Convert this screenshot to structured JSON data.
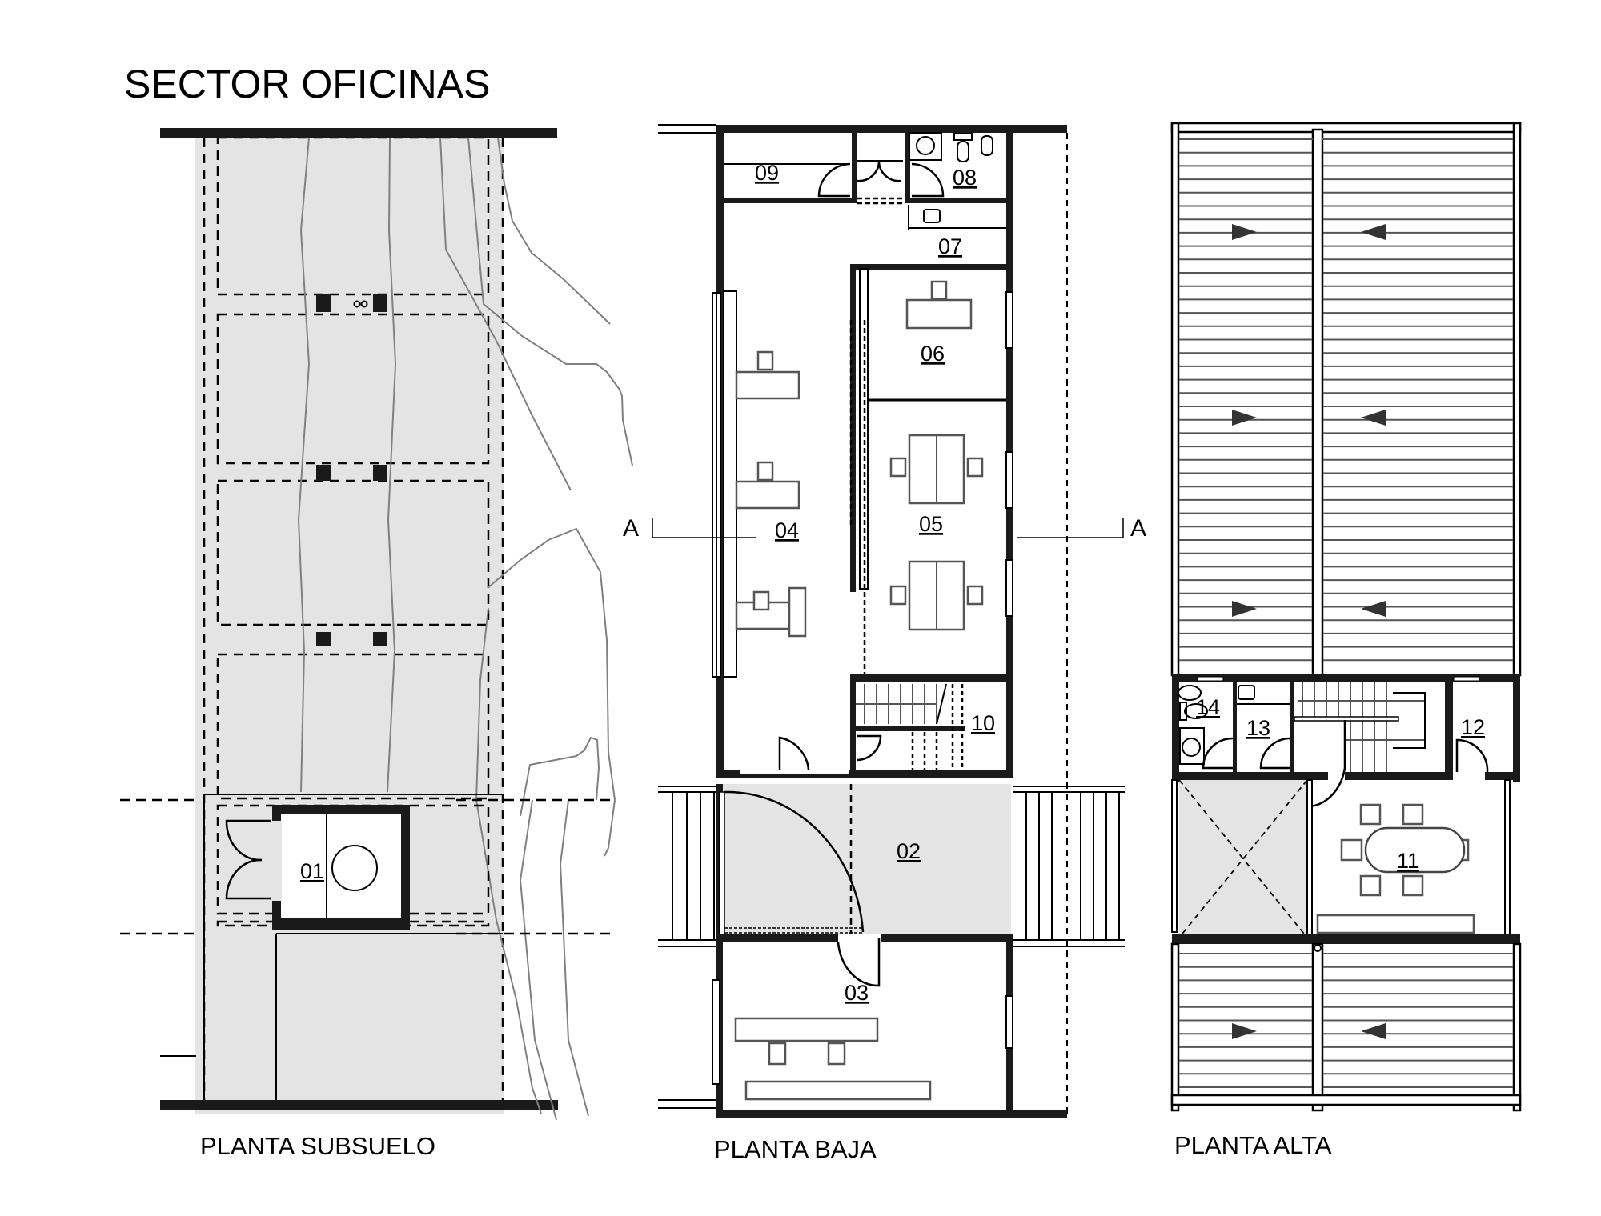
{
  "title": "SECTOR OFICINAS",
  "section_marker": {
    "left": "A",
    "right": "A"
  },
  "plans": {
    "subsuelo": {
      "label": "PLANTA SUBSUELO",
      "rooms": [
        {
          "id": "01"
        }
      ]
    },
    "baja": {
      "label": "PLANTA BAJA",
      "rooms": [
        {
          "id": "02"
        },
        {
          "id": "03"
        },
        {
          "id": "04"
        },
        {
          "id": "05"
        },
        {
          "id": "06"
        },
        {
          "id": "07"
        },
        {
          "id": "08"
        },
        {
          "id": "09"
        },
        {
          "id": "10"
        }
      ]
    },
    "alta": {
      "label": "PLANTA ALTA",
      "rooms": [
        {
          "id": "11"
        },
        {
          "id": "12"
        },
        {
          "id": "13"
        },
        {
          "id": "14"
        }
      ]
    }
  },
  "colors": {
    "wall": "#1a1a1a",
    "shade": "#e4e4e4",
    "contour": "#808080",
    "furniture": "#555555"
  }
}
